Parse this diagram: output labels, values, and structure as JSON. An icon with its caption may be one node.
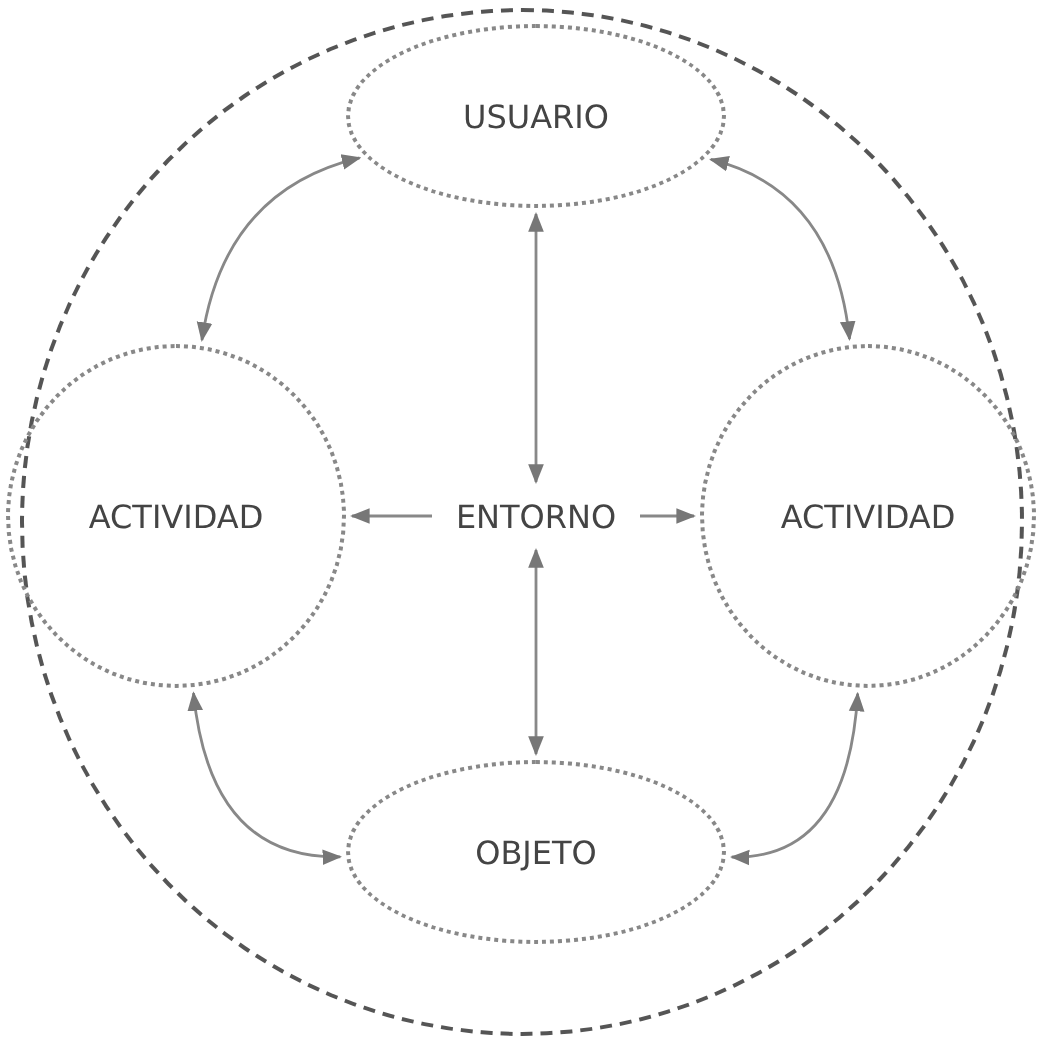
{
  "diagram": {
    "nodes": [
      {
        "text": [],
        "shape": "circle"
      },
      {
        "text": [
          "USUARIO"
        ],
        "in": 0
      },
      {
        "text": [
          "ACTIVIDAD"
        ],
        "in": 0
      },
      {
        "text": [
          "ENTORNO"
        ],
        "in": 0
      },
      {
        "text": [
          "ACTIVIDAD"
        ],
        "in": 0
      },
      {
        "text": [
          "OBJETO"
        ],
        "in": 0
      }
    ],
    "edges": [
      {
        "from": 1,
        "to": 2,
        "arrow": "both"
      },
      {
        "from": 1,
        "to": 4,
        "arrow": "both"
      },
      {
        "from": 1,
        "to": 3,
        "arrow": "both"
      },
      {
        "from": 3,
        "to": 2,
        "arrow": "to"
      },
      {
        "from": 3,
        "to": 4,
        "arrow": "to"
      },
      {
        "from": 3,
        "to": 5,
        "arrow": "both"
      },
      {
        "from": 2,
        "to": 5,
        "arrow": "both"
      },
      {
        "from": 4,
        "to": 5,
        "arrow": "both"
      }
    ]
  }
}
